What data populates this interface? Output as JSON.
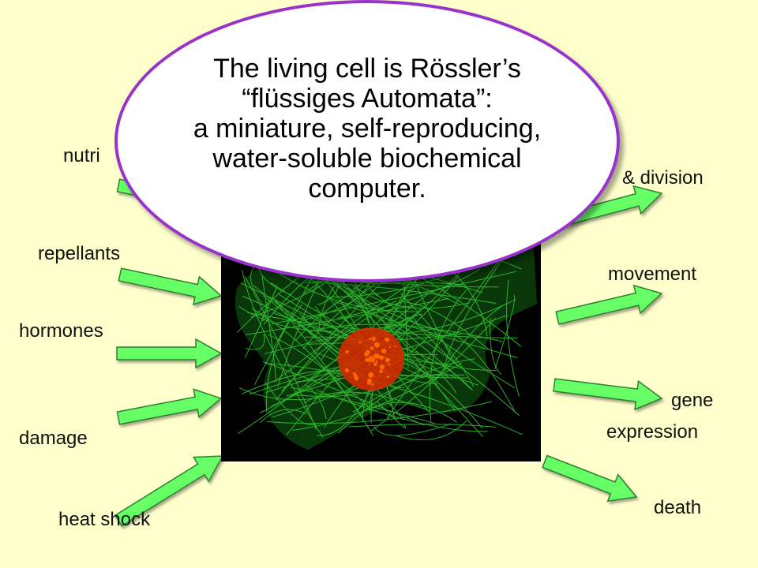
{
  "inputs": {
    "nutrients": "nutri",
    "repellants": "repellants",
    "hormones": "hormones",
    "damage": "damage",
    "heat_shock": "heat shock"
  },
  "outputs": {
    "growth_division": "& division",
    "movement": "movement",
    "gene_line1": "gene",
    "gene_line2": "expression",
    "death": "death"
  },
  "callout": {
    "line1": "The living cell is Rössler’s",
    "line2": "“flüssiges Automata”:",
    "line3": "a miniature, self-reproducing,",
    "line4": "water-soluble biochemical",
    "line5": "computer."
  },
  "colors": {
    "background": "#ffffcc",
    "arrow_fill": "#66ff66",
    "arrow_stroke": "#2e7d32",
    "callout_border": "#9932cc",
    "cytoskeleton": "#33cc33",
    "nucleus": "#ff3300"
  }
}
